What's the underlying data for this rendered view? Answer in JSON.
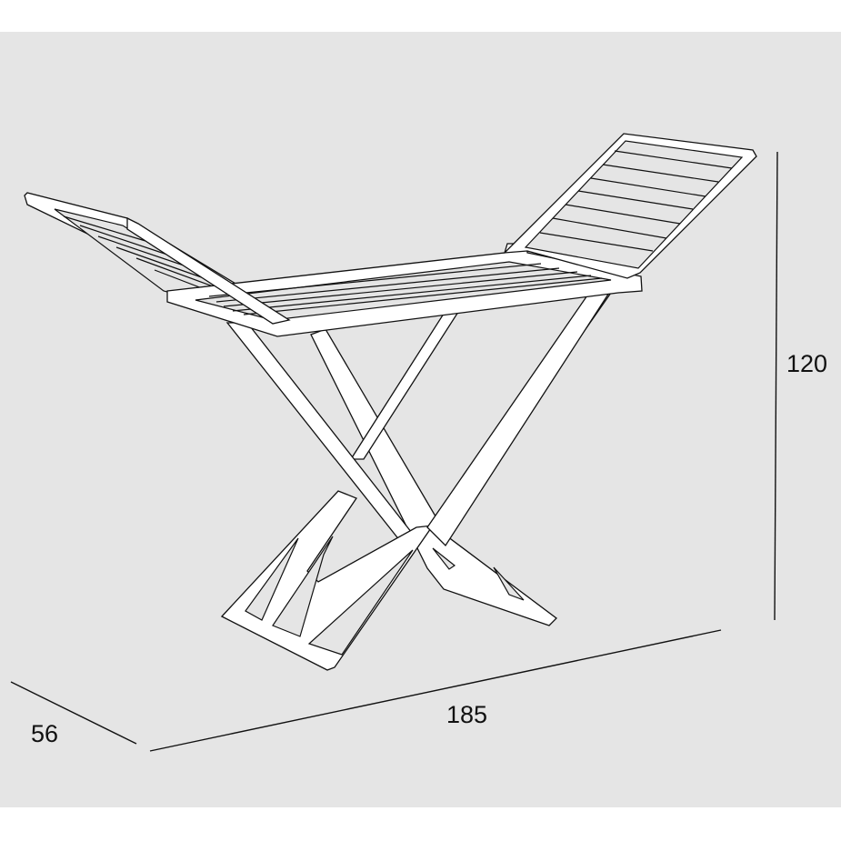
{
  "figure": {
    "subject": "folding clothes drying rack with two wings",
    "background_color": "#e5e5e5",
    "line_color": "#111111",
    "fill_color": "#ffffff"
  },
  "dimensions": {
    "height": {
      "value": "120"
    },
    "width": {
      "value": "185"
    },
    "depth": {
      "value": "56"
    }
  }
}
